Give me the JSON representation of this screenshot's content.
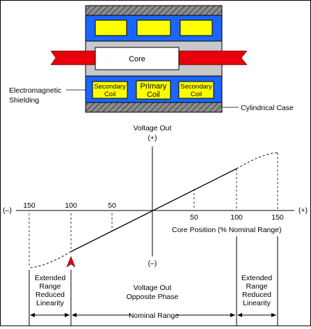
{
  "transformer": {
    "core_label": "Core",
    "primary_coil_label": [
      "Primary",
      "Coil"
    ],
    "secondary_coil_left_label": [
      "Secondary",
      "Coil"
    ],
    "secondary_coil_right_label": [
      "Secondary",
      "Coil"
    ],
    "shielding_label": [
      "Electromagnetic",
      "Shielding"
    ],
    "case_label": "Cylindrical Case",
    "colors": {
      "shield_blue": "#1a66ff",
      "coil_yellow": "#ffff00",
      "case_gray": "#7f7f7f",
      "core_bar_gray": "#c8c8c8",
      "rod_red": "#e8000b"
    }
  },
  "graph": {
    "y_axis_top_label": [
      "Voltage Out",
      "(+)"
    ],
    "y_axis_bottom_label": [
      "(–)",
      "Voltage Out",
      "Opposite Phase"
    ],
    "x_axis_left_sign": "(–)",
    "x_axis_right_sign": "(+)",
    "x_axis_label": "Core Position (% Nominal Range)",
    "left_ticks": [
      "150",
      "100",
      "50"
    ],
    "right_ticks": [
      "50",
      "100",
      "150"
    ],
    "left_region_label": [
      "Extended",
      "Range",
      "Reduced",
      "Linearity"
    ],
    "right_region_label": [
      "Extended",
      "Range",
      "Reduced",
      "Linearity"
    ],
    "nominal_range_label": "Nominal Range",
    "marker_color": "#e8000b"
  }
}
